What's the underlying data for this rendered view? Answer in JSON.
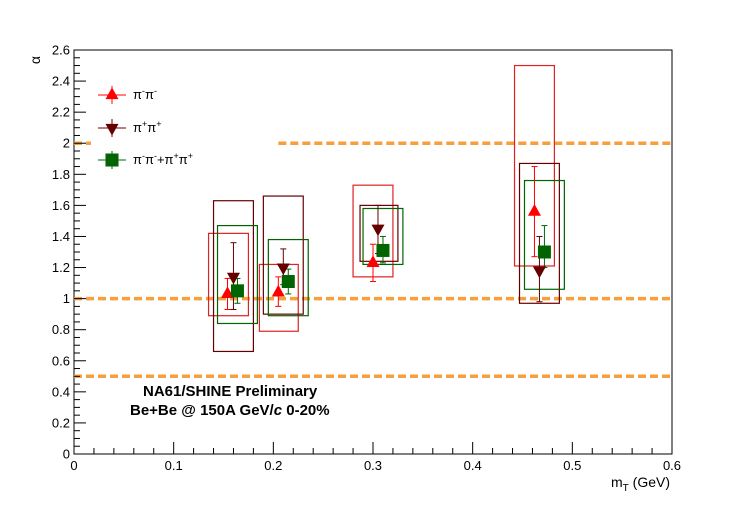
{
  "chart_data": {
    "type": "scatter",
    "title": "",
    "xlabel": "m",
    "xlabel_sub": "T",
    "xlabel_unit": " (GeV)",
    "ylabel": "α",
    "xlim": [
      0,
      0.6
    ],
    "ylim": [
      0,
      2.6
    ],
    "x_ticks": [
      0,
      0.1,
      0.2,
      0.3,
      0.4,
      0.5,
      0.6
    ],
    "x_tick_labels": [
      "0",
      "0.1",
      "0.2",
      "0.3",
      "0.4",
      "0.5",
      "0.6"
    ],
    "y_ticks": [
      0,
      0.2,
      0.4,
      0.6,
      0.8,
      1,
      1.2,
      1.4,
      1.6,
      1.8,
      2,
      2.2,
      2.4,
      2.6
    ],
    "y_tick_labels": [
      "0",
      "0.2",
      "0.4",
      "0.6",
      "0.8",
      "1",
      "1.2",
      "1.4",
      "1.6",
      "1.8",
      "2",
      "2.2",
      "2.4",
      "2.6"
    ],
    "grid": false,
    "legend_position": "top-left",
    "annotations": [
      "NA61/SHINE Preliminary",
      "Be+Be @ 150A GeV/c 0-20%"
    ],
    "reference_lines": [
      {
        "y": 2.0,
        "color": "#f5a03c",
        "segments": [
          [
            0.0,
            0.017
          ],
          [
            0.205,
            0.6
          ]
        ]
      },
      {
        "y": 1.0,
        "color": "#f5a03c",
        "segments": [
          [
            0.0,
            0.6
          ]
        ]
      },
      {
        "y": 0.5,
        "color": "#f5a03c",
        "segments": [
          [
            0.0,
            0.6
          ]
        ]
      }
    ],
    "series": [
      {
        "label_html": "π<sup>-</sup>π<sup>-</sup>",
        "marker": "triangle-up",
        "color": "#ff0000",
        "sys_color": "#dd2222",
        "points": [
          {
            "x": 0.154,
            "y": 1.03,
            "stat": [
              0.93,
              1.13
            ],
            "sys": [
              0.135,
              0.175,
              0.89,
              1.42
            ]
          },
          {
            "x": 0.205,
            "y": 1.04,
            "stat": [
              0.95,
              1.14
            ],
            "sys": [
              0.186,
              0.225,
              0.79,
              1.22
            ]
          },
          {
            "x": 0.3,
            "y": 1.23,
            "stat": [
              1.11,
              1.35
            ],
            "sys": [
              0.28,
              0.32,
              1.14,
              1.73
            ]
          },
          {
            "x": 0.462,
            "y": 1.56,
            "stat": [
              1.27,
              1.85
            ],
            "sys": [
              0.442,
              0.482,
              1.21,
              2.5
            ]
          }
        ]
      },
      {
        "label_html": "π<sup>+</sup>π<sup>+</sup>",
        "marker": "triangle-down",
        "color": "#660000",
        "sys_color": "#660000",
        "points": [
          {
            "x": 0.16,
            "y": 1.14,
            "stat": [
              0.93,
              1.36
            ],
            "sys": [
              0.14,
              0.18,
              0.66,
              1.63
            ]
          },
          {
            "x": 0.21,
            "y": 1.2,
            "stat": [
              1.09,
              1.32
            ],
            "sys": [
              0.19,
              0.23,
              0.9,
              1.66
            ]
          },
          {
            "x": 0.305,
            "y": 1.45,
            "stat": [
              1.29,
              1.6
            ],
            "sys": [
              0.287,
              0.325,
              1.24,
              1.6
            ]
          },
          {
            "x": 0.467,
            "y": 1.18,
            "stat": [
              0.98,
              1.4
            ],
            "sys": [
              0.447,
              0.487,
              0.97,
              1.87
            ]
          }
        ]
      },
      {
        "label_html": "π<sup>-</sup>π<sup>-</sup>+π<sup>+</sup>π<sup>+</sup>",
        "marker": "square",
        "color": "#006400",
        "sys_color": "#006400",
        "points": [
          {
            "x": 0.164,
            "y": 1.05,
            "stat": [
              0.97,
              1.13
            ],
            "sys": [
              0.144,
              0.184,
              0.84,
              1.47
            ]
          },
          {
            "x": 0.215,
            "y": 1.11,
            "stat": [
              1.03,
              1.19
            ],
            "sys": [
              0.195,
              0.235,
              0.89,
              1.38
            ]
          },
          {
            "x": 0.31,
            "y": 1.31,
            "stat": [
              1.23,
              1.4
            ],
            "sys": [
              0.29,
              0.33,
              1.22,
              1.58
            ]
          },
          {
            "x": 0.472,
            "y": 1.3,
            "stat": [
              1.2,
              1.47
            ],
            "sys": [
              0.452,
              0.492,
              1.06,
              1.76
            ]
          }
        ]
      }
    ]
  }
}
